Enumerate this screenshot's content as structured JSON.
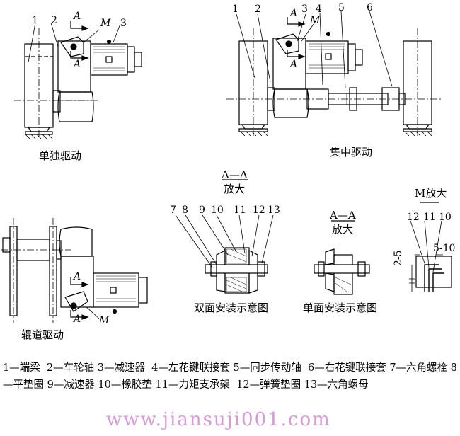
{
  "panels": {
    "single": {
      "caption": "单独驱动",
      "labels": {
        "n1": "1",
        "n2": "2",
        "n3": "3",
        "a_top": "A",
        "m": "M",
        "a_bot": "A"
      }
    },
    "central": {
      "caption": "集中驱动",
      "labels": {
        "n1": "1",
        "n2": "2",
        "n3": "3",
        "n4": "4",
        "n5": "5",
        "n6": "6",
        "a_top": "A",
        "m": "M",
        "a_bot": "A"
      }
    },
    "roller": {
      "caption": "辊道驱动",
      "labels": {
        "a_top": "A",
        "a_bot": "A",
        "m": "M"
      }
    },
    "double_mount": {
      "title_top": "A—A",
      "title_bottom": "放大",
      "caption": "双面安装示意图",
      "labels": {
        "n7": "7",
        "n8": "8",
        "n9": "9",
        "n10": "10",
        "n11": "11",
        "n12": "12",
        "n13": "13"
      }
    },
    "single_mount": {
      "title_top": "A—A",
      "title_bottom": "放大",
      "caption": "单面安装示意图"
    },
    "m_detail": {
      "title": "M放大",
      "labels": {
        "n12": "12",
        "n11": "11",
        "n10": "10",
        "dim_5_10": "5-10",
        "dim_2_5": "2-5"
      }
    }
  },
  "legend": "1—端梁  2—车轮轴 3—减速器  4—左花键联接套 5—同步传动轴  6—右花键联接套 7—六角螺栓 8—平垫圈 9—减速器 10—橡胶垫 11—力矩支承架  12—弹簧垫圈 13—六角螺母",
  "watermark": "www.jiansuji001.com"
}
